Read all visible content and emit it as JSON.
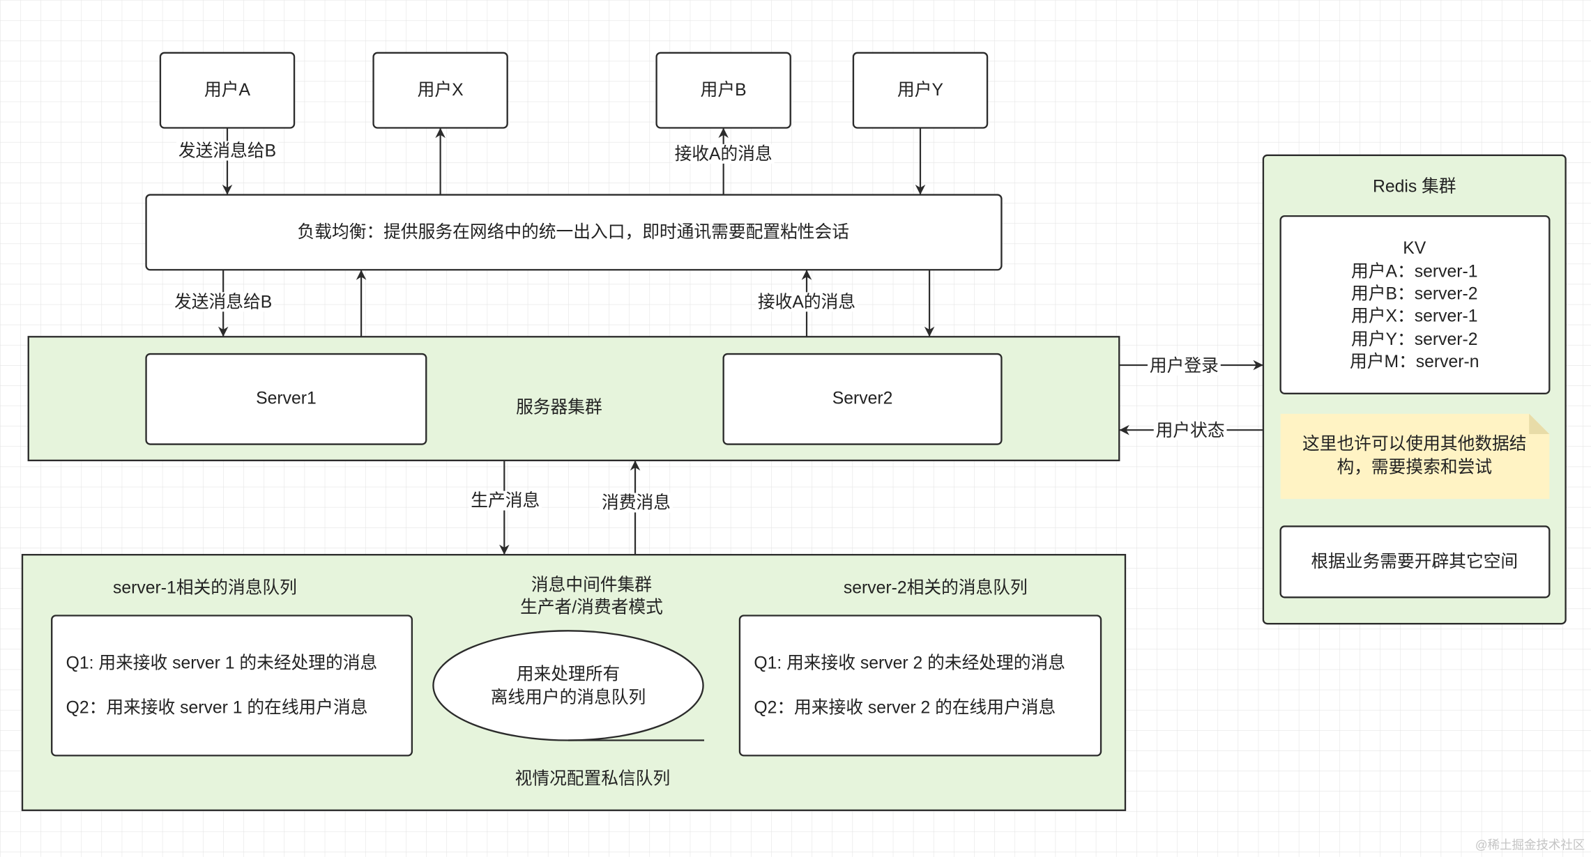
{
  "users": {
    "a": "用户A",
    "x": "用户X",
    "b": "用户B",
    "y": "用户Y"
  },
  "user_edges": {
    "send": "发送消息给B",
    "receive": "接收A的消息"
  },
  "load_balancer": {
    "label": "负载均衡：提供服务在网络中的统一出入口，即时通讯需要配置粘性会话"
  },
  "server_edges": {
    "send": "发送消息给B",
    "receive": "接收A的消息"
  },
  "server_cluster": {
    "label": "服务器集群",
    "server1": "Server1",
    "server2": "Server2"
  },
  "redis_edges": {
    "login": "用户登录",
    "status": "用户状态"
  },
  "redis": {
    "title": "Redis 集群",
    "kv": {
      "header": "KV",
      "entries": [
        "用户A：server-1",
        "用户B：server-2",
        "用户X：server-1",
        "用户Y：server-2",
        "用户M：server-n"
      ]
    },
    "note": {
      "lines": [
        "这里也许可以使用其他数据结",
        "构，需要摸索和尝试"
      ]
    },
    "extra_space": "根据业务需要开辟其它空间"
  },
  "mq_edges": {
    "produce": "生产消息",
    "consume": "消费消息"
  },
  "mq_cluster": {
    "title": [
      "消息中间件集群",
      "生产者/消费者模式"
    ],
    "server1_queues": {
      "title": "server-1相关的消息队列",
      "lines": [
        "Q1: 用来接收 server 1 的未经处理的消息",
        "Q2：用来接收 server 1 的在线用户消息"
      ]
    },
    "server2_queues": {
      "title": "server-2相关的消息队列",
      "lines": [
        "Q1: 用来接收 server 2 的未经处理的消息",
        "Q2：用来接收 server 2 的在线用户消息"
      ]
    },
    "offline_queue": [
      "用来处理所有",
      "离线用户的消息队列"
    ],
    "private_queue_note": "视情况配置私信队列"
  },
  "watermark": "@稀土掘金技术社区",
  "colors": {
    "stroke": "#2b2b2b",
    "grid": "#e4e4e4",
    "cluster_fill": "#e6f4dc",
    "note_fill": "#fff3c4",
    "note_fold": "#e8dca8"
  }
}
